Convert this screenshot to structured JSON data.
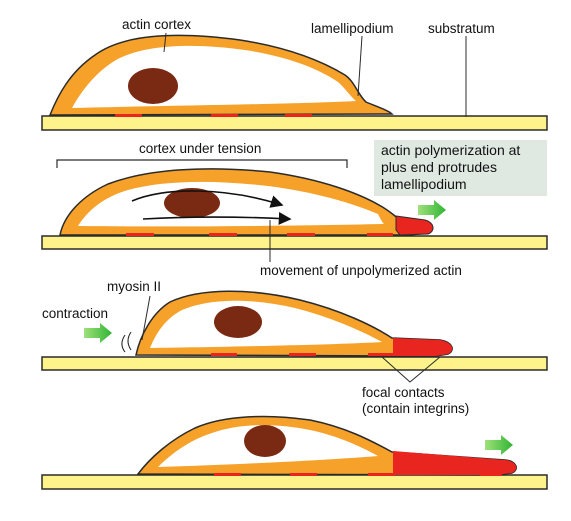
{
  "labels": {
    "actin_cortex": "actin cortex",
    "lamellipodium": "lamellipodium",
    "substratum": "substratum",
    "cortex_under_tension": "cortex under tension",
    "box_lines": [
      "actin polymerization at",
      "plus end protrudes",
      "lamellipodium"
    ],
    "movement": "movement of unpolymerized actin",
    "myosin": "myosin II",
    "contraction": "contraction",
    "focal_contacts_1": "focal contacts",
    "focal_contacts_2": "(contain integrins)"
  },
  "colors": {
    "cell_cortex": "#f6a12a",
    "cytoplasm": "#ffffff",
    "nucleus": "#7a2a12",
    "substratum": "#fdf38a",
    "polymerized_actin": "#e8251f",
    "arrow": "#3fbf3a",
    "box": "#dfe9e2"
  }
}
